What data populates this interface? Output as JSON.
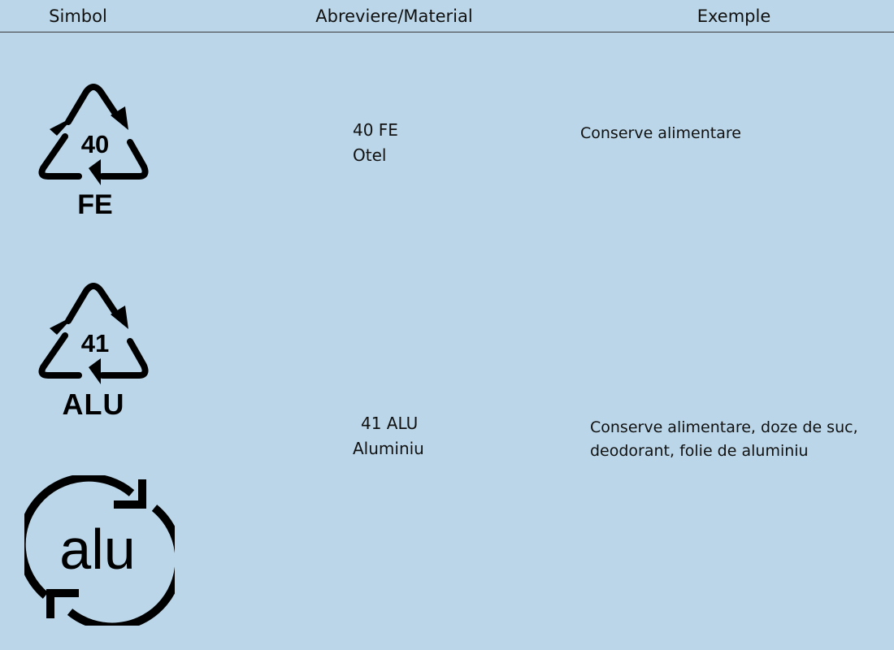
{
  "header": {
    "col_symbol": "Simbol",
    "col_material": "Abreviere/Material",
    "col_examples": "Exemple"
  },
  "rows": [
    {
      "symbol_icon": "recycling-triangle-icon",
      "symbol_number": "40",
      "symbol_code": "FE",
      "abbreviation": "40 FE",
      "material": "Otel",
      "examples": [
        "Conserve alimentare"
      ]
    },
    {
      "symbol_icon": "recycling-triangle-icon",
      "symbol_number": "41",
      "symbol_code": "ALU",
      "abbreviation": "41 ALU",
      "material": "Aluminiu",
      "examples": [
        "Conserve alimentare, doze de suc,",
        "deodorant, folie de aluminiu"
      ]
    }
  ],
  "alu_symbol": {
    "symbol_icon": "circular-arrows-icon",
    "text": "alu"
  },
  "colors": {
    "background": "#bad6e8",
    "text": "#111111",
    "symbol": "#000000"
  }
}
